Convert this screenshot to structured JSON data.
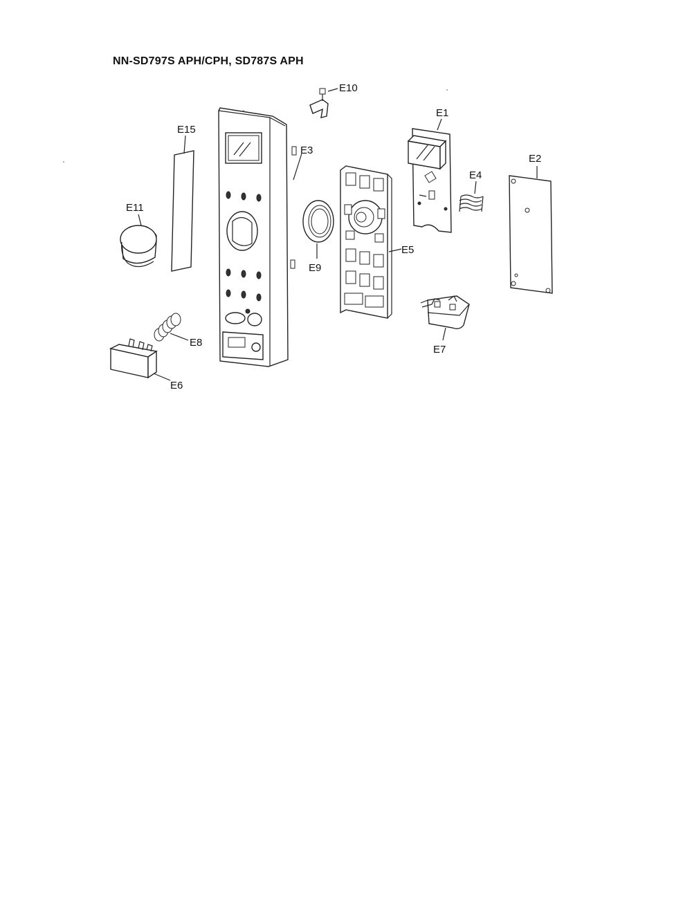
{
  "title": "NN-SD797S APH/CPH, SD787S APH",
  "labels": {
    "e1": "E1",
    "e2": "E2",
    "e3": "E3",
    "e4": "E4",
    "e5": "E5",
    "e6": "E6",
    "e7": "E7",
    "e8": "E8",
    "e9": "E9",
    "e10": "E10",
    "e11": "E11",
    "e15": "E15"
  }
}
